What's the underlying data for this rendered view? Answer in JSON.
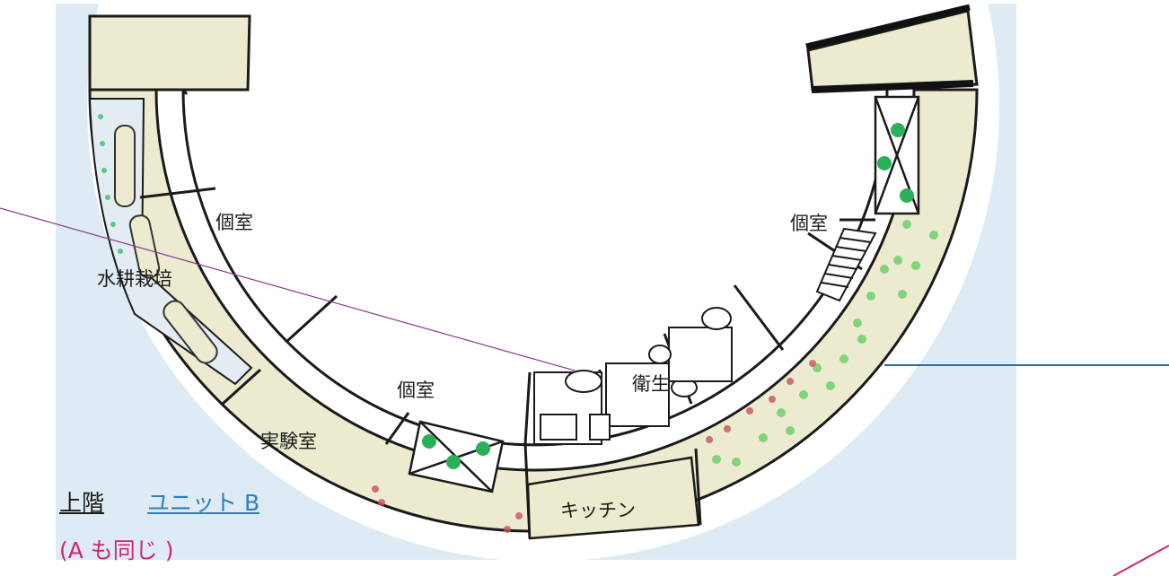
{
  "rooms": {
    "private_left": "個室",
    "private_bottom": "個室",
    "private_right": "個室",
    "hydroponics": "水耕栽培",
    "laboratory": "実験室",
    "sanitary": "衛生",
    "kitchen": "キッチン"
  },
  "caption": {
    "floor": "上階",
    "unit": "ユニット B",
    "note": "(A も同じ )"
  },
  "colors": {
    "background_blue": "#deebf4",
    "floor_fill": "#ecebcf",
    "wall": "#1a1a1a",
    "leader_purple": "#8a3a8a",
    "leader_blue": "#1d6fb0",
    "plant_green": "#3bbf63",
    "flower_red": "#c9525a",
    "caption_blue": "#2f7fc0",
    "caption_pink": "#d0256f"
  },
  "icons": [
    "planter-icon",
    "staircase-icon",
    "toilet-icon",
    "skylight-icon"
  ]
}
